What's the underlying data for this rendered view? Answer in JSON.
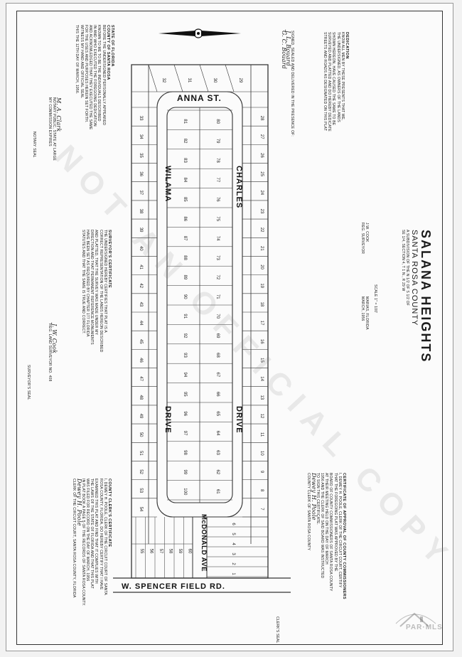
{
  "title": {
    "name": "SALANA HEIGHTS",
    "county": "SANTA ROSA COUNTY",
    "subtitle_1": "A SUBDIVISION OF THE N 1/2 OF S 1/2 OF",
    "subtitle_2": "SE 1/4, SECTION 4, T 1 N., R 29 W",
    "scale": "SCALE 1\" = 100'",
    "surveyor_name": "J.W. COOK",
    "surveyor_role": "REG. SURVEYOR",
    "place": "MARIAS, FLORIDA",
    "date": "MARCH, 1956"
  },
  "dedication": {
    "heading": "DEDICATION",
    "lines": [
      "KNOW ALL MEN BY THESE PRESENTS THAT WE,",
      "THE UNDERSIGNED, AS OWNERS OF THE LANDS",
      "SHOWN HEREON, HAVE CAUSED THE SAME TO BE",
      "SURVEYED AND PLATTED AND DO HEREBY DEDICATE",
      "STREETS AND ROADS AS DESIGNATED ON THIS PLAT"
    ],
    "witness": "SIGNED, SEALED AND DELIVERED IN THE PRESENCE OF:",
    "sig1": "J. L. Bouard",
    "sig2": "G. C. Bouard"
  },
  "state_block": {
    "lines": [
      "STATE OF FLORIDA",
      "COUNTY OF SANTA ROSA",
      "",
      "BEFORE THE UNDERSIGNED PERSONALLY APPEARED",
      "KNOWN TO ME TO BE THE INDIVIDUALS DESCRIBED",
      "IN AND WHO EXECUTED THE FOREGOING DEDICATION",
      "AND ACKNOWLEDGED THAT THEY EXECUTED THE SAME",
      "FOR THE USES AND PURPOSES HEREIN SET FORTH.",
      "WITNESS MY HAND AND OFFICIAL SEAL",
      "THIS THE 12TH DAY OF MARCH, 1956."
    ],
    "notary": "NOTARY PUBLIC, STATE AT LARGE",
    "commission": "MY COMMISSION EXPIRES",
    "seal": "NOTARY SEAL",
    "sig": "M. A. Clark"
  },
  "surveyor_cert": {
    "heading": "SURVEYOR'S CERTIFICATE",
    "lines": [
      "THE UNDERSIGNED HEREBY CERTIFIES THAT PLAT IS A",
      "CORRECT REPRESENTATION OF THE LANDS HEREON DESCRIBED",
      "AND PLATTED, THAT THE SURVEY WAS MADE UNDER MY",
      "DIRECTION AND THAT PERMANENT REFERENCE MONUMENTS",
      "HAVE BEEN SET AS REQUIRED BY CHAPTER 177 FLORIDA",
      "STATUTES AND THAT THE SAME IS TRUE AND CORRECT."
    ],
    "signer": "REG. LAND SURVEYOR NO. 408",
    "seal": "SURVEYOR'S SEAL",
    "sig": "J. W. Cook"
  },
  "commission_cert": {
    "heading": "CERTIFICATE OF APPROVAL OF COUNTY COMMISSIONERS",
    "lines": [
      "I, DEWEY H. POOLE, CLERK OF THE CIRCUIT COURT, CERTIFY",
      "THAT THE FOREGOING PLAT WAS APPROVED BY THE",
      "BOARD OF COUNTY COMMISSIONERS OF SANTA ROSA COUNTY",
      "AT THEIR MEETING HELD ON THE DAY OF MARCH",
      "1956 AND THE CLERK OF SAID BOARD WAS INSTRUCTED",
      "TO SIGN THIS CERTIFICATE."
    ],
    "signer": "COUNTY CLERK OF SANTA ROSA COUNTY",
    "sig": "Dewey H. Poole"
  },
  "clerk_cert": {
    "heading": "COUNTY CLERK'S CERTIFICATE",
    "lines": [
      "I, DEWEY H. POOLE, CLERK OF THE CIRCUIT COURT OF SANTA",
      "ROSA COUNTY, FLORIDA, DO HEREBY CERTIFY THAT I HAVE",
      "EXAMINED THIS PLAT AND FIND THAT IT COMPLIES WITH",
      "THE LAWS OF THE STATE OF FLORIDA AND THAT THIS PLAT",
      "WAS FILED FOR RECORD ON THE DAY OF MARCH, 1956",
      "IN PLAT BOOK A PAGE 5 OF THE RECORDS OF SANTA ROSA COUNTY."
    ],
    "signer": "CLERK OF THE CIRCUIT COURT, SANTA ROSA COUNTY, FLORIDA",
    "seal": "CLERK'S SEAL",
    "sig": "Dewey H. Poole"
  },
  "streets": {
    "anna": "ANNA ST.",
    "charles_1": "CHARLES",
    "charles_2": "DRIVE",
    "wilama_1": "WILAMA",
    "wilama_2": "DRIVE",
    "mcdonald": "McDONALD AVE",
    "spencer": "W. SPENCER  FIELD   RD."
  },
  "lots": {
    "east_top": [
      "28",
      "27",
      "26",
      "25",
      "24",
      "23",
      "22",
      "21",
      "20",
      "19",
      "18",
      "17",
      "16",
      "15",
      "14",
      "13",
      "12",
      "11",
      "10",
      "9",
      "8",
      "7"
    ],
    "west_outer": [
      "33",
      "34",
      "35",
      "36",
      "37",
      "38",
      "39",
      "40",
      "41",
      "42",
      "43",
      "44",
      "45",
      "46",
      "47",
      "48",
      "49",
      "50",
      "51",
      "52",
      "53",
      "54"
    ],
    "inner_east": [
      "80",
      "79",
      "78",
      "77",
      "76",
      "75",
      "74",
      "73",
      "72",
      "71",
      "70",
      "69",
      "68",
      "67",
      "66",
      "65",
      "64",
      "63",
      "62",
      "61"
    ],
    "inner_west": [
      "81",
      "82",
      "83",
      "84",
      "85",
      "86",
      "87",
      "88",
      "89",
      "90",
      "91",
      "92",
      "93",
      "94",
      "95",
      "96",
      "97",
      "98",
      "99",
      "100"
    ],
    "top_row": [
      "32",
      "31",
      "30",
      "29"
    ],
    "bottom_right": [
      "6",
      "5",
      "4",
      "3",
      "2",
      "1"
    ],
    "bottom_left": [
      "55",
      "56",
      "57",
      "58",
      "59",
      "60"
    ]
  },
  "watermark": "NOT AN OFFICIAL COPY",
  "logo_text": "PAR·MLS"
}
